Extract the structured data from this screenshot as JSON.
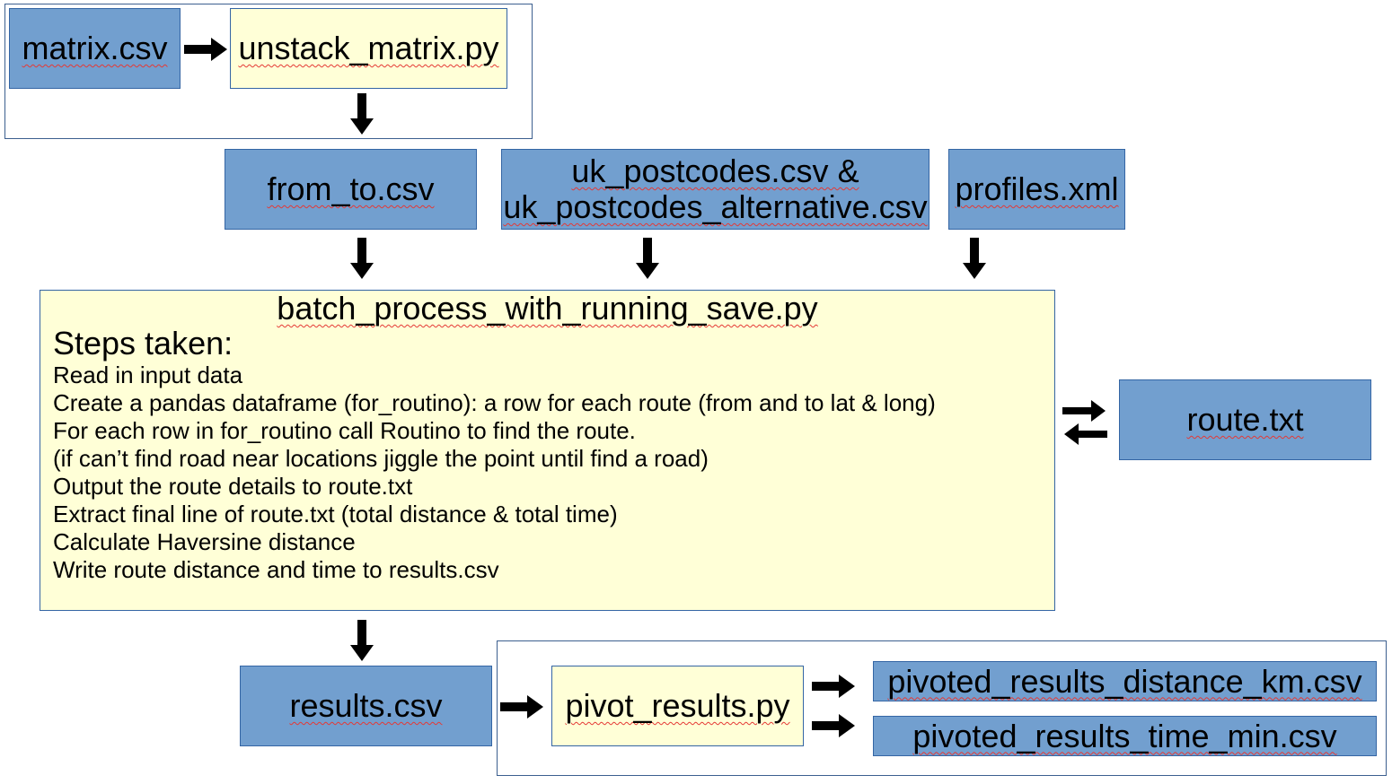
{
  "nodes": {
    "matrix_csv": "matrix.csv",
    "unstack_matrix_py": "unstack_matrix.py",
    "from_to_csv": "from_to.csv",
    "uk_postcodes_line1": "uk_postcodes.csv &",
    "uk_postcodes_line2": "uk_postcodes_alternative.csv",
    "profiles_xml": "profiles.xml",
    "route_txt": "route.txt",
    "results_csv": "results.csv",
    "pivot_results_py": "pivot_results.py",
    "pivoted_distance_csv": "pivoted_results_distance_km.csv",
    "pivoted_time_csv": "pivoted_results_time_min.csv"
  },
  "batch_process": {
    "title": "batch_process_with_running_save.py",
    "steps_heading": "Steps taken:",
    "steps": [
      "Read in input data",
      "Create a pandas dataframe (for_routino): a row for each route (from and to lat & long)",
      "For each row in for_routino call Routino to find the route.",
      "(if can’t find road near locations jiggle the point until find a road)",
      "Output the route details to route.txt",
      "Extract final line of route.txt (total distance & total time)",
      "Calculate Haversine distance",
      "Write route distance and time to results.csv"
    ]
  },
  "colors": {
    "data_box": "#729fcf",
    "script_box": "#ffffd7",
    "frame": "#3c5f8f",
    "arrow": "#000000",
    "spellcheck": "#e53935"
  },
  "icons": {
    "down_arrow": "arrow-down-icon",
    "right_arrow": "arrow-right-icon",
    "bidirectional_arrow": "arrows-left-right-icon"
  }
}
